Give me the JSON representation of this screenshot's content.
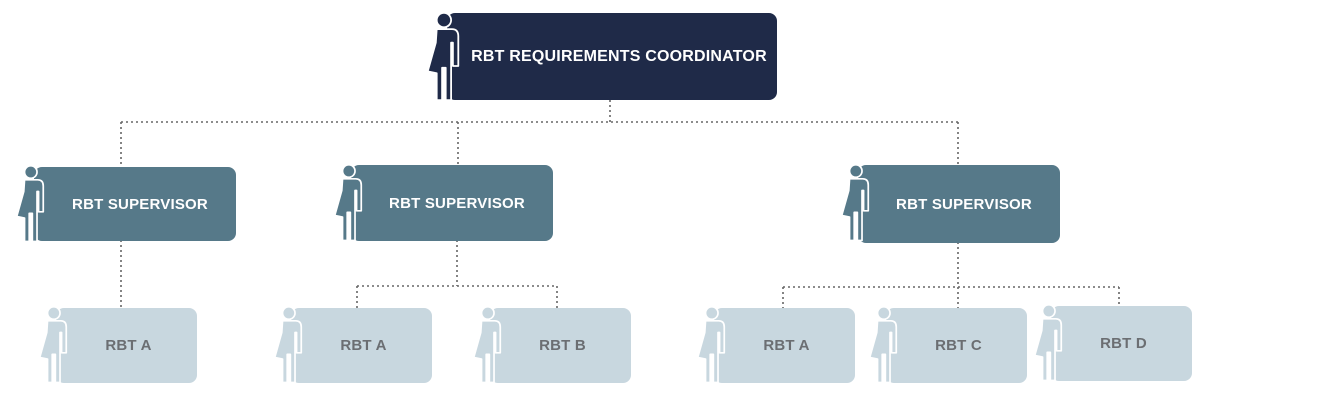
{
  "colors": {
    "coordinator": "#1f2a48",
    "supervisor": "#567989",
    "staff": "#c8d7df",
    "connector": "#666666"
  },
  "icon": "person-icon",
  "coordinator": {
    "label": "RBT REQUIREMENTS COORDINATOR"
  },
  "supervisors": [
    {
      "label": "RBT SUPERVISOR",
      "reports": [
        {
          "label": "RBT A"
        }
      ]
    },
    {
      "label": "RBT SUPERVISOR",
      "reports": [
        {
          "label": "RBT A"
        },
        {
          "label": "RBT B"
        }
      ]
    },
    {
      "label": "RBT SUPERVISOR",
      "reports": [
        {
          "label": "RBT A"
        },
        {
          "label": "RBT C"
        },
        {
          "label": "RBT D"
        }
      ]
    }
  ]
}
